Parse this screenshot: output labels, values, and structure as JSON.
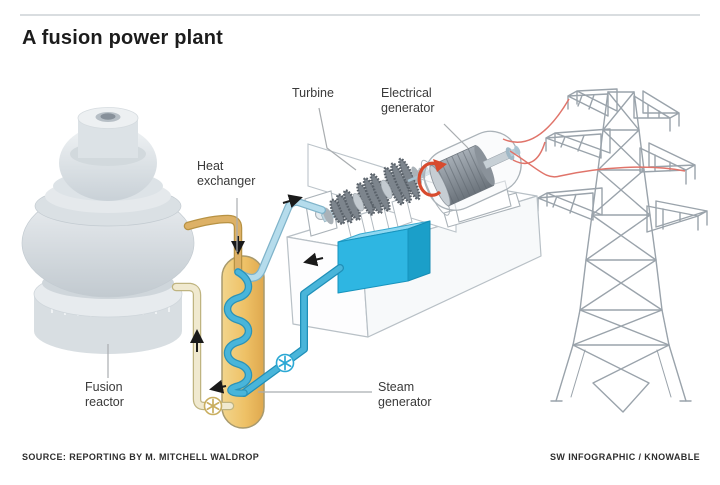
{
  "title": "A fusion power plant",
  "labels": {
    "heat_exchanger": "Heat\nexchanger",
    "turbine": "Turbine",
    "electrical_generator": "Electrical\ngenerator",
    "fusion_reactor": "Fusion\nreactor",
    "steam_generator": "Steam\ngenerator"
  },
  "footer": {
    "source": "SOURCE: REPORTING BY M. MITCHELL WALDROP",
    "credit": "SW INFOGRAPHIC / KNOWABLE"
  },
  "colors": {
    "rule": "#d9dde0",
    "hot_loop": "#ddb166",
    "hot_return": "#f0e9cf",
    "steam": "#b5dcec",
    "water": "#49b5da",
    "condenser_fill": "#2eb6e2",
    "vessel_fill": "#eec166",
    "wire_red": "#e0746a",
    "rotation_red": "#d84b2e",
    "structure_gray": "#9aa3ab",
    "machine_gray": "#7d858d"
  }
}
